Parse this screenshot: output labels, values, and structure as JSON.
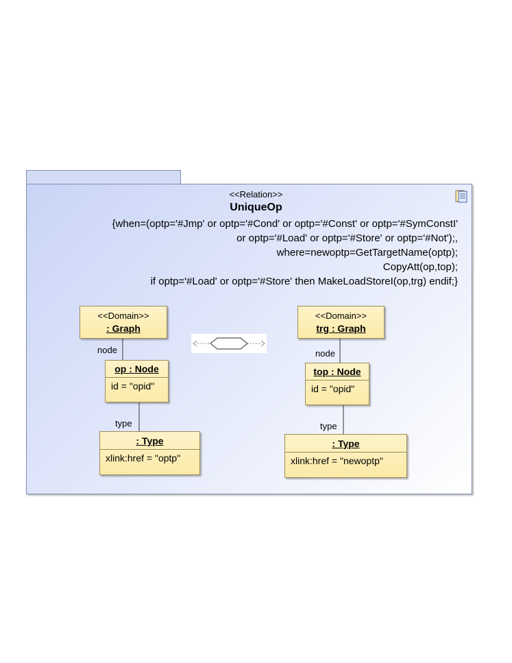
{
  "relation": {
    "stereotype": "<<Relation>>",
    "name": "UniqueOp",
    "constraint_lines": [
      "{when=(optp='#Jmp' or  optp='#Cond' or optp='#Const' or optp='#SymConstI'",
      "or optp='#Load' or optp='#Store'  or  optp='#Not');,",
      "where=newoptp=GetTargetName(optp);",
      "CopyAtt(op,top);",
      "if optp='#Load' or optp='#Store' then MakeLoadStoreI(op,trg) endif;}"
    ]
  },
  "left_domain": {
    "stereotype": "<<Domain>>",
    "graph_name": ": Graph",
    "node_role": "node",
    "node_name": "op : Node",
    "node_attr": "id = \"opid\"",
    "type_role": "type",
    "type_name": ": Type",
    "type_attr": "xlink:href = \"optp\""
  },
  "right_domain": {
    "stereotype": "<<Domain>>",
    "graph_name": "trg : Graph",
    "node_role": "node",
    "node_name": "top : Node",
    "node_attr": "id = \"opid\"",
    "type_role": "type",
    "type_name": ": Type",
    "type_attr": "xlink:href = \"newoptp\""
  },
  "icons": [
    "document-icon",
    "relation-hexagon-icon"
  ]
}
